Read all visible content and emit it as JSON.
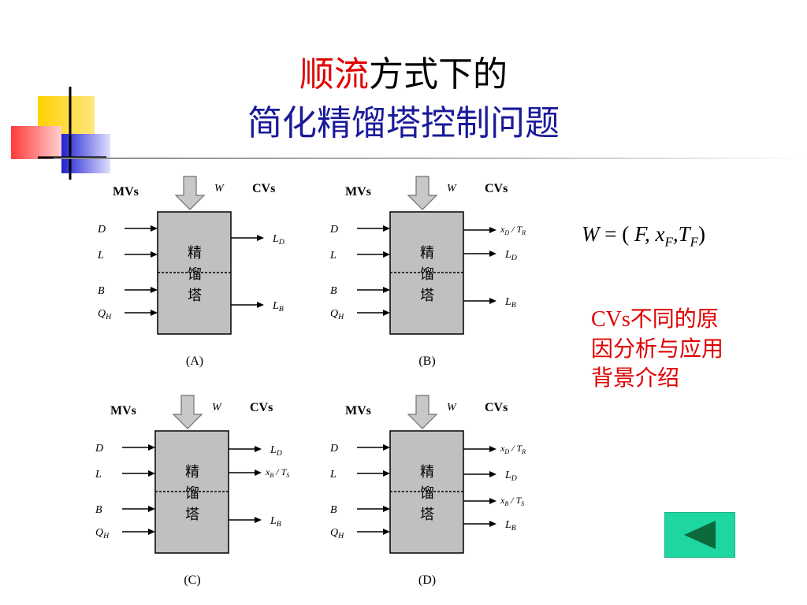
{
  "title": {
    "line1_red": "顺流",
    "line1_rest": "方式下的",
    "line2": "简化精馏塔控制问题"
  },
  "formula": {
    "text_w": "W",
    "text_eq": " = ( ",
    "text_f": "F",
    "text_x": ", x",
    "sub_f1": "F",
    "text_t": ",T",
    "sub_f2": "F",
    "text_close": ")"
  },
  "note": {
    "line1_lat": "CVs",
    "line1": "不同的原",
    "line2": "因分析与应用",
    "line3": "背景介绍"
  },
  "diagram_common": {
    "mvs": "MVs",
    "cvs": "CVs",
    "w": "W",
    "column_chars": [
      "精",
      "馏",
      "塔"
    ],
    "inputs": [
      {
        "main": "D",
        "sub": ""
      },
      {
        "main": "L",
        "sub": ""
      },
      {
        "main": "B",
        "sub": ""
      },
      {
        "main": "Q",
        "sub": "H"
      }
    ]
  },
  "diagrams": [
    {
      "label": "(A)",
      "outputs": [
        {
          "type": "single",
          "main": "L",
          "sub": "D"
        },
        {
          "type": "single",
          "main": "L",
          "sub": "B"
        }
      ]
    },
    {
      "label": "(B)",
      "outputs": [
        {
          "type": "ratio",
          "a": "x",
          "asub": "D",
          "b": "T",
          "bsub": "R"
        },
        {
          "type": "single",
          "main": "L",
          "sub": "D"
        },
        {
          "type": "single",
          "main": "L",
          "sub": "B"
        }
      ]
    },
    {
      "label": "(C)",
      "outputs": [
        {
          "type": "single",
          "main": "L",
          "sub": "D"
        },
        {
          "type": "ratio",
          "a": "x",
          "asub": "B",
          "b": "T",
          "bsub": "S"
        },
        {
          "type": "single",
          "main": "L",
          "sub": "B"
        }
      ]
    },
    {
      "label": "(D)",
      "outputs": [
        {
          "type": "ratio",
          "a": "x",
          "asub": "D",
          "b": "T",
          "bsub": "R"
        },
        {
          "type": "single",
          "main": "L",
          "sub": "D"
        },
        {
          "type": "ratio",
          "a": "x",
          "asub": "B",
          "b": "T",
          "bsub": "S"
        },
        {
          "type": "single",
          "main": "L",
          "sub": "B"
        }
      ]
    }
  ],
  "colors": {
    "title_blue": "#1a1a9a",
    "accent_red": "#e00000",
    "column_fill": "#c0c0c0",
    "back_button": "#1ed6a0",
    "back_arrow": "#0a6a3a"
  },
  "back_button": {
    "icon": "left-triangle-icon"
  }
}
